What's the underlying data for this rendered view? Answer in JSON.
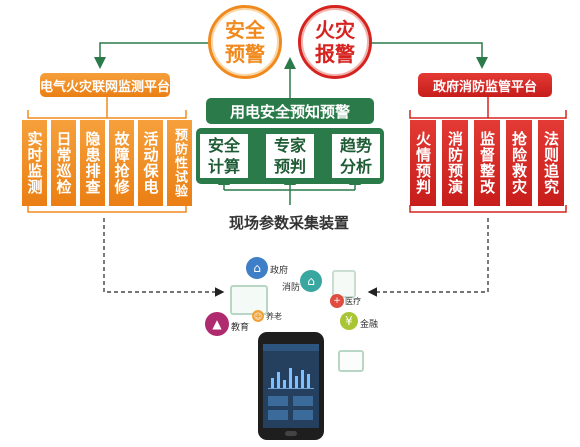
{
  "top": {
    "safety_warning": "安全\n预警",
    "fire_alarm": "火灾\n报警"
  },
  "left_platform": {
    "title": "电气火灾联网监测平台",
    "items": [
      "实时监测",
      "日常巡检",
      "隐患排查",
      "故障抢修",
      "活动保电",
      "预防性试验"
    ]
  },
  "right_platform": {
    "title": "政府消防监管平台",
    "items": [
      "火情预判",
      "消防预演",
      "监督整改",
      "抢险救灾",
      "法则追究"
    ]
  },
  "center": {
    "title": "用电安全预知预警",
    "items": [
      "安全\n计算",
      "专家\n预判",
      "趋势\n分析"
    ],
    "footer": "现场参数采集装置"
  },
  "cloud": {
    "labels": [
      "政府",
      "消防",
      "医疗",
      "养老",
      "教育",
      "金融"
    ]
  },
  "colors": {
    "orange": "#f08a1e",
    "red": "#d6231f",
    "green": "#2b7a4a"
  }
}
